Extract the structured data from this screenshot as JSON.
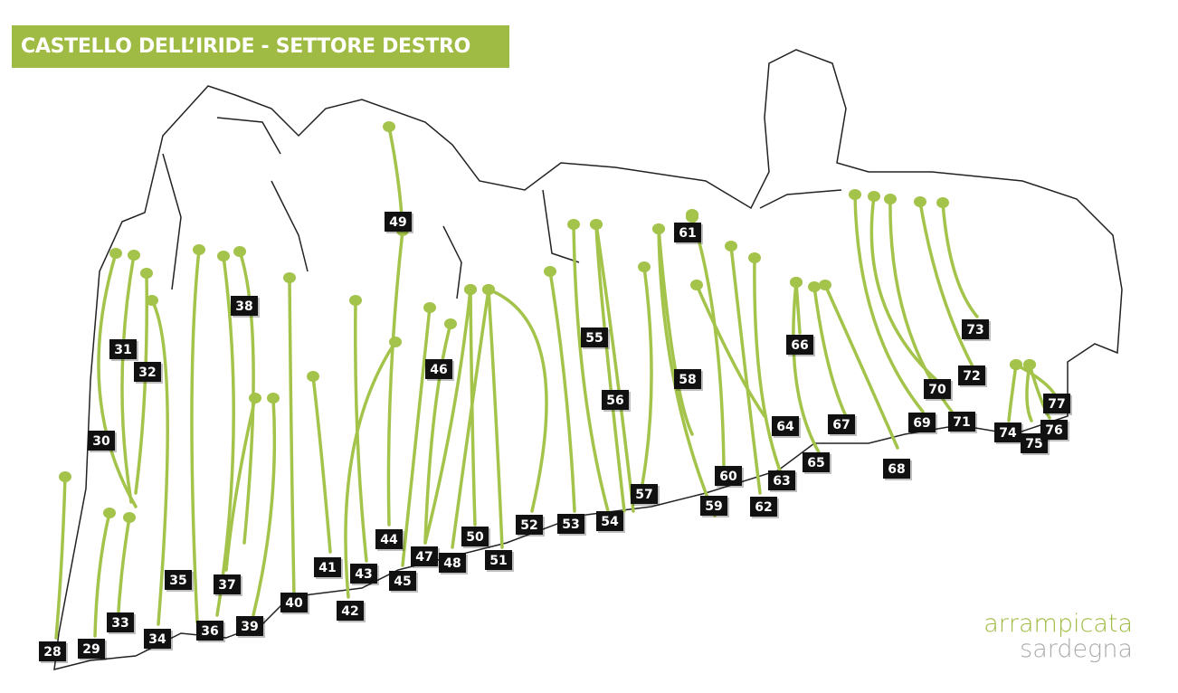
{
  "title": "CASTELLO DELL’IRIDE - SETTORE DESTRO",
  "logo": {
    "line1": "arrampicata",
    "line2": "sardegna"
  },
  "colors": {
    "accent": "#9fbb43",
    "route": "#a3c34a",
    "label_bg": "#111111",
    "outline": "#222222"
  },
  "routes": [
    "28",
    "29",
    "30",
    "31",
    "32",
    "33",
    "34",
    "35",
    "36",
    "37",
    "38",
    "39",
    "40",
    "41",
    "42",
    "43",
    "44",
    "45",
    "46",
    "47",
    "48",
    "49",
    "50",
    "51",
    "52",
    "53",
    "54",
    "55",
    "56",
    "57",
    "58",
    "59",
    "60",
    "61",
    "62",
    "63",
    "64",
    "65",
    "66",
    "67",
    "68",
    "69",
    "70",
    "71",
    "72",
    "73",
    "74",
    "75",
    "76",
    "77"
  ]
}
